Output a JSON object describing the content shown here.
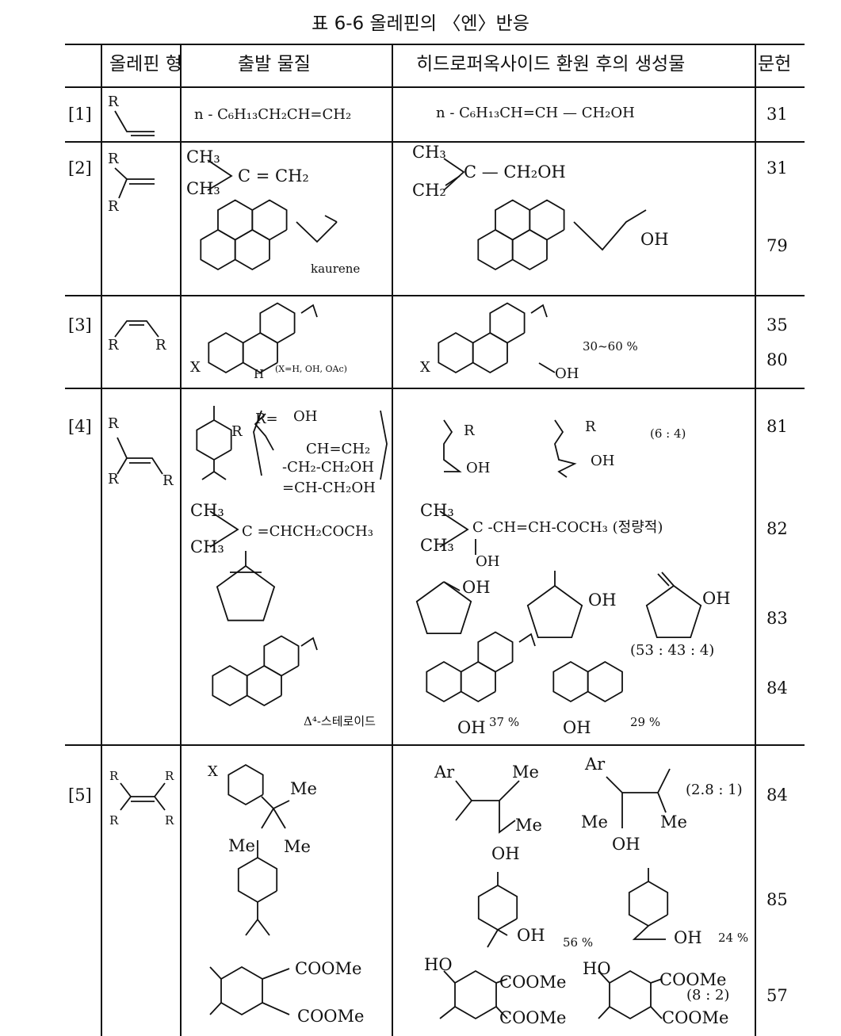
{
  "title": "표 6-6  올레핀의 〈엔〉반응",
  "headers": {
    "type": "올레핀 형",
    "start": "출발 물질",
    "product": "히드로퍼옥사이드 환원 후의 생성물",
    "ref": "문헌"
  },
  "rows": [
    {
      "label": "[1]",
      "type_R": [
        "R"
      ],
      "start": "n - C₆H₁₃CH₂CH=CH₂",
      "product": "n - C₆H₁₃CH=CH — CH₂OH",
      "refs": [
        "31"
      ]
    },
    {
      "label": "[2]",
      "type_R": [
        "R",
        "R"
      ],
      "start": {
        "ch3a": "CH₃",
        "ch3b": "CH₃",
        "rest": "C = CH₂",
        "kaurene": "kaurene"
      },
      "product": {
        "ch3": "CH₃",
        "ch2": "CH₂",
        "rest": "C — CH₂OH",
        "oh": "OH"
      },
      "refs": [
        "31",
        "79"
      ]
    },
    {
      "label": "[3]",
      "type_R": [
        "R",
        "R"
      ],
      "start": {
        "x": "X",
        "h": "H",
        "note": "(X=H, OH, OAc)"
      },
      "product": {
        "x": "X",
        "oh": "OH",
        "yield": "30~60 %"
      },
      "refs": [
        "35",
        "80"
      ]
    },
    {
      "label": "[4]",
      "type_R": [
        "R",
        "R",
        "R"
      ],
      "start": {
        "r": "R",
        "r_def": "R=",
        "oh": "OH",
        "opt1": "CH=CH₂",
        "opt2": "-CH₂-CH₂OH",
        "opt3": "=CH-CH₂OH",
        "ch3a": "CH₃",
        "ch3b": "CH₃",
        "ketone": "C =CHCH₂COCH₃",
        "steroid": "Δ⁴-스테로이드"
      },
      "product": {
        "r1": "R",
        "oh1": "OH",
        "r2": "R",
        "oh2": "OH",
        "ratio1": "(6 : 4)",
        "ch3a": "CH₃",
        "ch3b": "CH₃",
        "ketone": "C -CH=CH-COCH₃ (정량적)",
        "oh3": "OH",
        "oh4": "OH",
        "oh5": "OH",
        "oh6": "OH",
        "ratio2": "(53 : 43 : 4)",
        "oh7": "OH",
        "yield1": "37 %",
        "oh8": "OH",
        "yield2": "29 %"
      },
      "refs": [
        "81",
        "82",
        "83",
        "84"
      ]
    },
    {
      "label": "[5]",
      "type_R": [
        "R",
        "R",
        "R",
        "R"
      ],
      "start": {
        "x": "X",
        "me1": "Me",
        "me2": "Me",
        "me3": "Me",
        "coome1": "COOMe",
        "coome2": "COOMe"
      },
      "product": {
        "ar1": "Ar",
        "me1": "Me",
        "me2": "Me",
        "oh1": "OH",
        "ar2": "Ar",
        "ratio1": "(2.8 : 1)",
        "me3": "Me",
        "me4": "Me",
        "oh2": "OH",
        "oh3": "OH",
        "yield1": "56 %",
        "oh4": "OH",
        "yield2": "24 %",
        "ho1": "HO",
        "coome1": "COOMe",
        "coome2": "COOMe",
        "ho2": "HO",
        "coome3": "COOMe",
        "ratio2": "(8 : 2)",
        "coome4": "COOMe"
      },
      "refs": [
        "84",
        "85",
        "57"
      ]
    }
  ]
}
